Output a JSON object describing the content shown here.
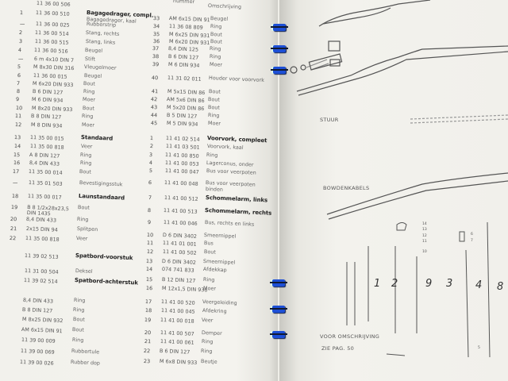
{
  "left_page": {
    "col1": [
      {
        "n": "",
        "p": "11 36 00 506",
        "d": ""
      },
      {
        "n": "1",
        "p": "11 36 00 510",
        "d": "Bagagedrager, compl.",
        "d2": "Bagagedrager, kaal",
        "bold": true
      },
      {
        "n": "—",
        "p": "11 36 00 025",
        "d": "Rubberstrip"
      },
      {
        "n": "2",
        "p": "11 36 00 514",
        "d": "Stang, rechts"
      },
      {
        "n": "3",
        "p": "11 36 00 515",
        "d": "Stang, links"
      },
      {
        "n": "4",
        "p": "11 36 00 516",
        "d": "Beugel"
      },
      {
        "n": "—",
        "p": "6 m 4x10 DIN 7",
        "d": "Stift"
      },
      {
        "n": "5",
        "p": "M 8x30 DIN 316",
        "d": "Vleugelmoer"
      },
      {
        "n": "6",
        "p": "11 36 00 015",
        "d": "Beugel"
      },
      {
        "n": "7",
        "p": "M 6x20 DIN 933",
        "d": "Bout"
      },
      {
        "n": "8",
        "p": "B 6 DIN 127",
        "d": "Ring"
      },
      {
        "n": "9",
        "p": "M 6 DIN 934",
        "d": "Moer"
      },
      {
        "n": "10",
        "p": "M 8x20 DIN 933",
        "d": "Bout"
      },
      {
        "n": "11",
        "p": "B 8 DIN 127",
        "d": "Ring"
      },
      {
        "n": "12",
        "p": "M 8 DIN 934",
        "d": "Moer"
      },
      {
        "n": "13",
        "p": "11 35 00 015",
        "d": "Standaard",
        "bold": true
      },
      {
        "n": "14",
        "p": "11 35 00 818",
        "d": "Veer"
      },
      {
        "n": "15",
        "p": "A 8 DIN 127",
        "d": "Ring"
      },
      {
        "n": "16",
        "p": "8,4 DIN 433",
        "d": "Ring"
      },
      {
        "n": "17",
        "p": "11 35 00 014",
        "d": "Bout"
      },
      {
        "n": "—",
        "p": "11 35 01 503",
        "d": "Bevestigingsstuk"
      },
      {
        "n": "18",
        "p": "11 35 00 017",
        "d": "Launstandaard",
        "bold": true
      },
      {
        "n": "19",
        "p": "B 8 1/2x28x23,5 DIN 1435",
        "d": "Bout"
      },
      {
        "n": "20",
        "p": "8,4 DIN 433",
        "d": "Ring"
      },
      {
        "n": "21",
        "p": "2x15 DIN 94",
        "d": "Splitpen"
      },
      {
        "n": "22",
        "p": "11 35 00 818",
        "d": "Veer"
      },
      {
        "n": "",
        "p": "11 39 02 513",
        "d": "Spatbord-voorstuk",
        "bold": true
      },
      {
        "n": "",
        "p": "11 31 00 504",
        "d": "Deksel"
      },
      {
        "n": "",
        "p": "11 39 02 514",
        "d": "Spatbord-achterstuk",
        "bold": true
      },
      {
        "n": "",
        "p": "8,4 DIN 433",
        "d": "Ring"
      },
      {
        "n": "",
        "p": "B 8 DIN 127",
        "d": "Ring"
      },
      {
        "n": "",
        "p": "M 8x25 DIN 932",
        "d": "Bout"
      },
      {
        "n": "",
        "p": "AM 6x15 DIN 91",
        "d": "Bout"
      },
      {
        "n": "",
        "p": "11 39 00 009",
        "d": "Ring"
      },
      {
        "n": "",
        "p": "11 39 00 069",
        "d": "Rubbertule"
      },
      {
        "n": "",
        "p": "11 39 00 026",
        "d": "Rubber dop"
      }
    ],
    "col2_header": {
      "number": "nummer",
      "description": "Omschrijving"
    },
    "col2": [
      {
        "n": "33",
        "p": "AM 6x15 DIN 91",
        "d": "Beugel"
      },
      {
        "n": "34",
        "p": "11 36 08 809",
        "d": "Ring"
      },
      {
        "n": "35",
        "p": "M 6x25 DIN 931",
        "d": "Bout"
      },
      {
        "n": "36",
        "p": "M 6x20 DIN 931",
        "d": "Bout"
      },
      {
        "n": "37",
        "p": "8,4 DIN 125",
        "d": "Ring"
      },
      {
        "n": "38",
        "p": "B 6 DIN 127",
        "d": "Ring"
      },
      {
        "n": "39",
        "p": "M 6 DIN 934",
        "d": "Moer"
      },
      {
        "n": "40",
        "p": "11 31 02 011",
        "d": "Houder voor voorvork"
      },
      {
        "n": "41",
        "p": "M 5x15 DIN 86",
        "d": "Bout"
      },
      {
        "n": "42",
        "p": "AM 5x6 DIN 86",
        "d": "Bout"
      },
      {
        "n": "43",
        "p": "M 5x20 DIN 86",
        "d": "Bout"
      },
      {
        "n": "44",
        "p": "B 5 DIN 127",
        "d": "Ring"
      },
      {
        "n": "45",
        "p": "M 5 DIN 934",
        "d": "Moer"
      },
      {
        "n": "1",
        "p": "11 41 02 514",
        "d": "Voorvork, compleet",
        "bold": true
      },
      {
        "n": "2",
        "p": "11 41 03 501",
        "d": "Voorvork, kaal"
      },
      {
        "n": "3",
        "p": "11 41 00 850",
        "d": "Ring"
      },
      {
        "n": "4",
        "p": "11 41 00 053",
        "d": "Lagerconus, onder"
      },
      {
        "n": "5",
        "p": "11 41 00 047",
        "d": "Bus voor veerpoten"
      },
      {
        "n": "6",
        "p": "11 41 00 048",
        "d": "Bus voor veerpoten",
        "d2": "binden"
      },
      {
        "n": "7",
        "p": "11 41 00 512",
        "d": "Schommelarm, links",
        "bold": true
      },
      {
        "n": "8",
        "p": "11 41 00 513",
        "d": "Schommelarm, rechts",
        "bold": true
      },
      {
        "n": "9",
        "p": "11 41 00 046",
        "d": "Bus, rechts en links"
      },
      {
        "n": "10",
        "p": "D 6 DIN 3402",
        "d": "Smeernippel"
      },
      {
        "n": "11",
        "p": "11 41 01 001",
        "d": "Bus"
      },
      {
        "n": "12",
        "p": "11 41 00 502",
        "d": "Bout"
      },
      {
        "n": "13",
        "p": "D 6 DIN 3402",
        "d": "Smeernippel"
      },
      {
        "n": "14",
        "p": "074 741 833",
        "d": "Afdekkap"
      },
      {
        "n": "15",
        "p": "B 12 DIN 127",
        "d": "Ring"
      },
      {
        "n": "16",
        "p": "M 12x1,5 DIN 936",
        "d": "Moer"
      },
      {
        "n": "17",
        "p": "11 41 00 520",
        "d": "Veergeleiding"
      },
      {
        "n": "18",
        "p": "11 41 00 045",
        "d": "Afdekring"
      },
      {
        "n": "19",
        "p": "11 41 00 018",
        "d": "Veer"
      },
      {
        "n": "20",
        "p": "11 41 00 507",
        "d": "Demper"
      },
      {
        "n": "21",
        "p": "11 41 00 061",
        "d": "Ring"
      },
      {
        "n": "22",
        "p": "B 6 DIN 127",
        "d": "Ring"
      },
      {
        "n": "23",
        "p": "M 6x8 DIN 933",
        "d": "Beutje"
      }
    ]
  },
  "right_page": {
    "stuur_label": "STUUR",
    "bowdenkabels_label": "BOWDENKABELS",
    "note_line1": "VOOR OMSCHRIJVING",
    "note_line2": "ZIE PAG. 50",
    "cable_numbers": [
      "1",
      "2",
      "9",
      "3",
      "4",
      "8"
    ],
    "small_numbers": [
      "14",
      "13",
      "12",
      "11",
      "10",
      "6",
      "7",
      "5"
    ]
  },
  "colors": {
    "clip": "#1d4fd6",
    "paper": "#f2f1ec"
  }
}
